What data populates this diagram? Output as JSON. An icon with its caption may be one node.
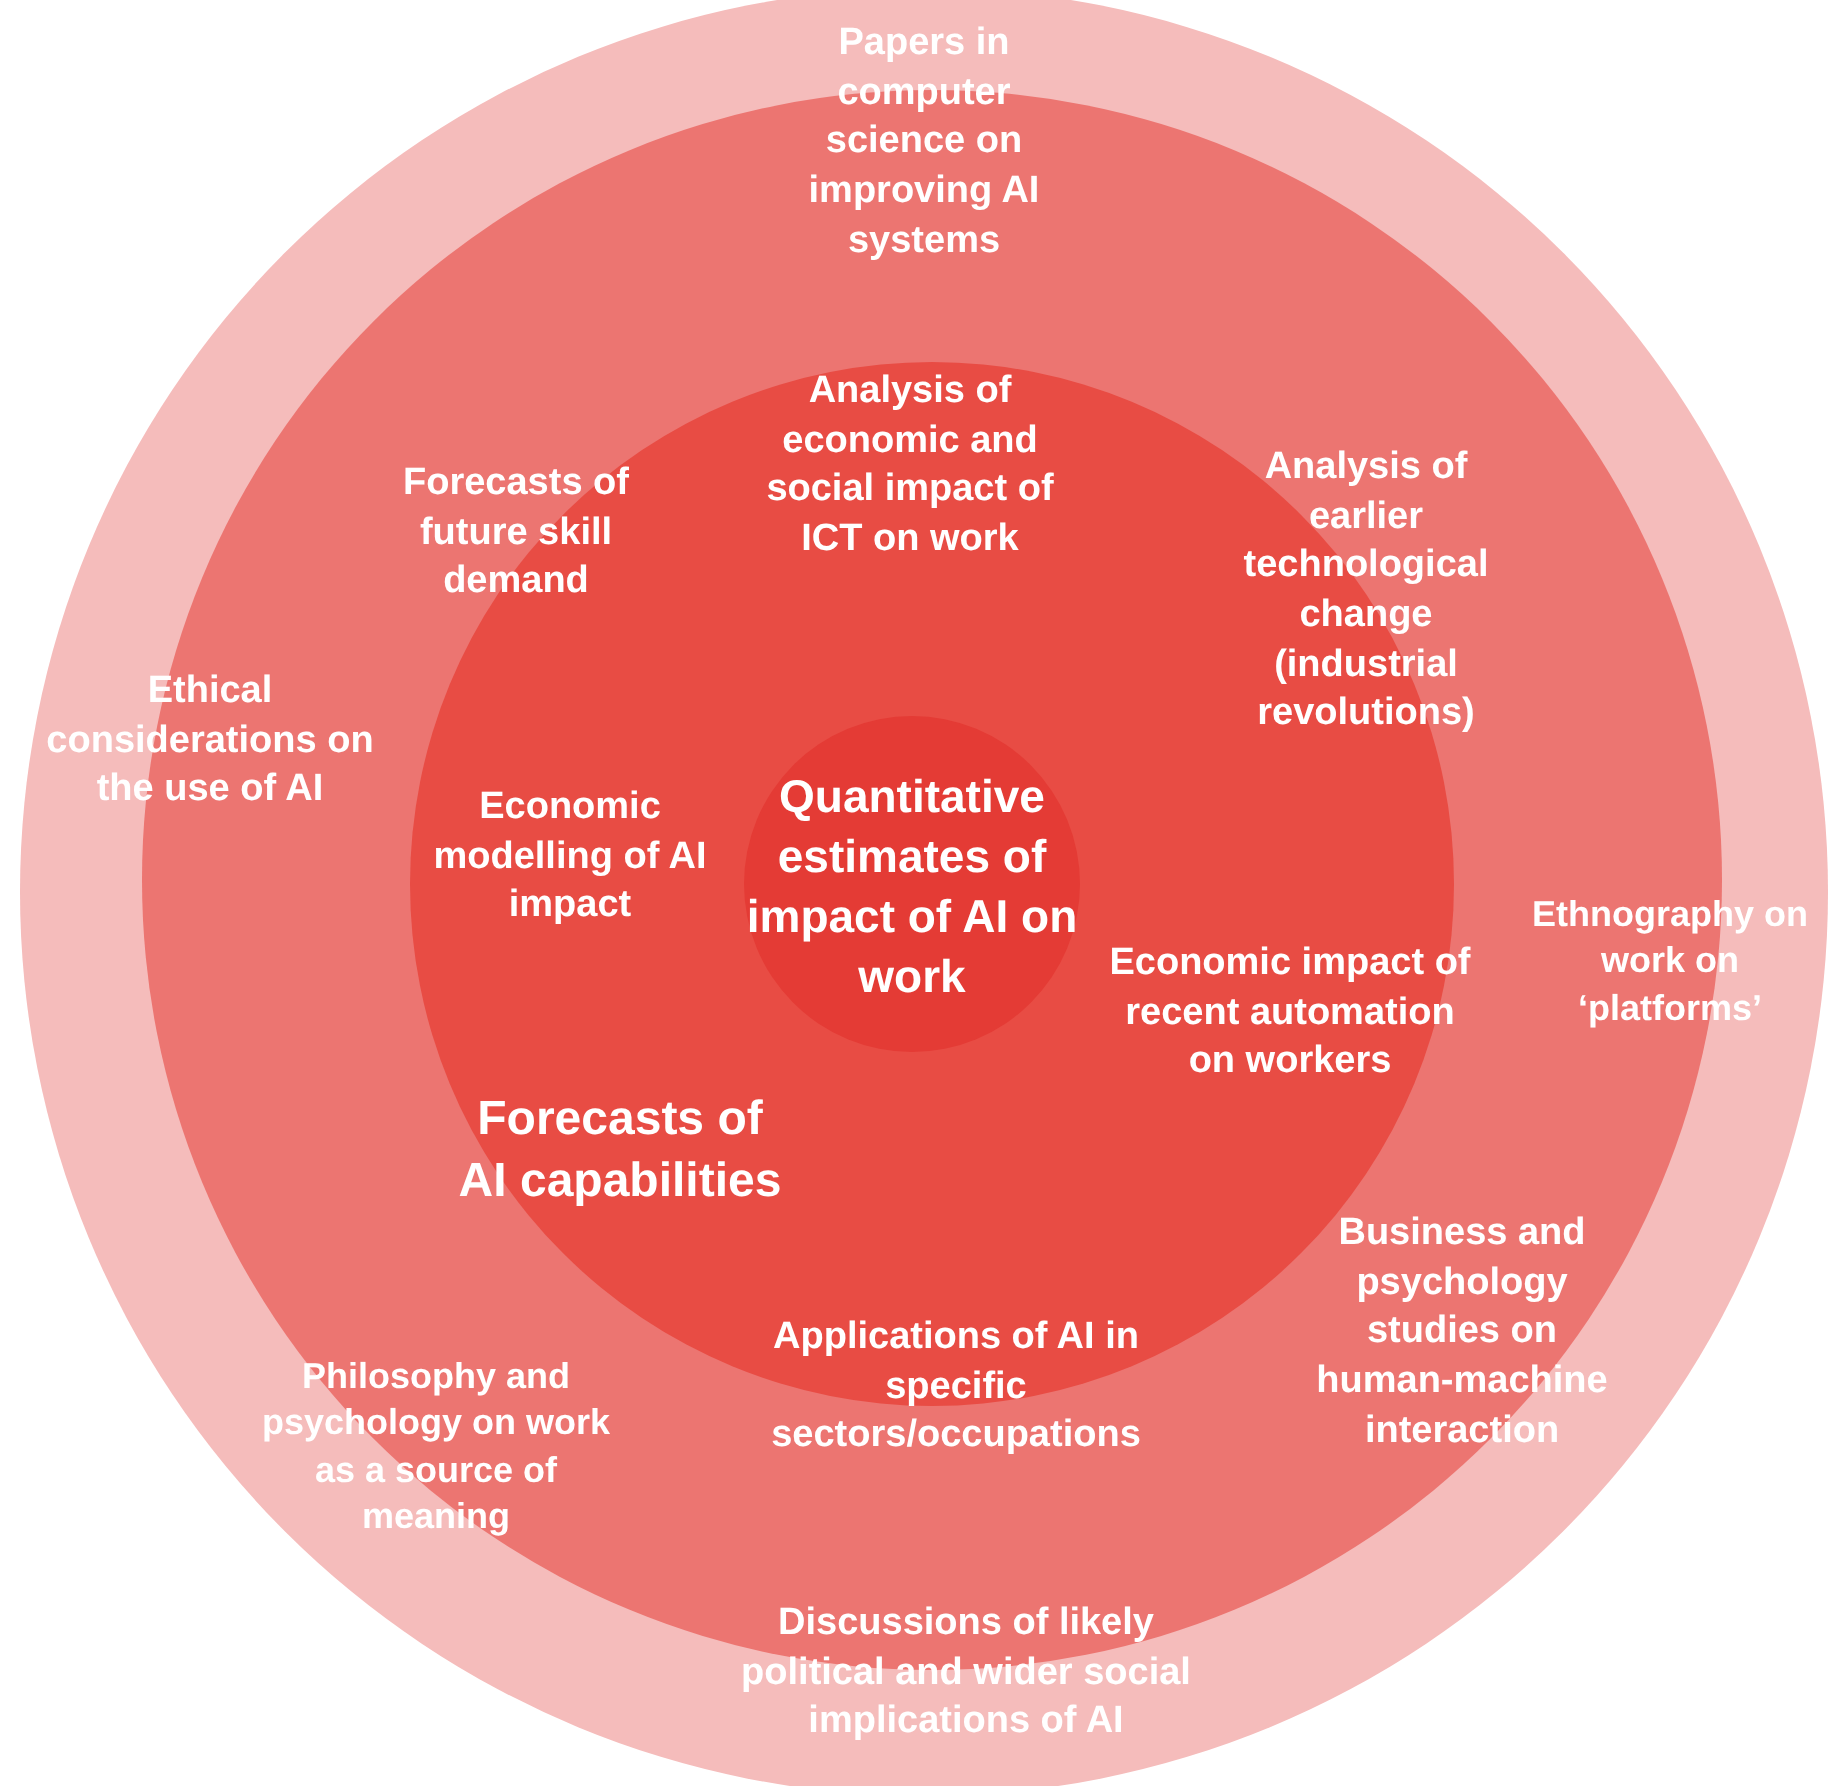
{
  "diagram": {
    "nodes": [
      {
        "text": [],
        "shape": "circle"
      },
      {
        "text": [],
        "shape": "circle",
        "in": 0
      },
      {
        "text": [],
        "shape": "circle",
        "in": 1
      },
      {
        "text": [
          "Quantitative estimates of impact of AI on work"
        ],
        "in": 2
      }
    ],
    "labels": [
      "Papers in computer science on improving AI systems",
      "Analysis of economic and social impact of ICT on work",
      "Forecasts of future skill demand",
      "Analysis of earlier technological change (industrial revolutions)",
      "Ethical considerations on the use of AI",
      "Economic modelling of AI impact",
      "Ethnography on work on ‘platforms’",
      "Economic impact of recent automation on workers",
      "Forecasts of AI capabilities",
      "Business and psychology studies on human-machine interaction",
      "Applications of AI in specific sectors/occupations",
      "Philosophy and psychology on work as a source of meaning",
      "Discussions of likely political and wider social implications of AI"
    ]
  }
}
